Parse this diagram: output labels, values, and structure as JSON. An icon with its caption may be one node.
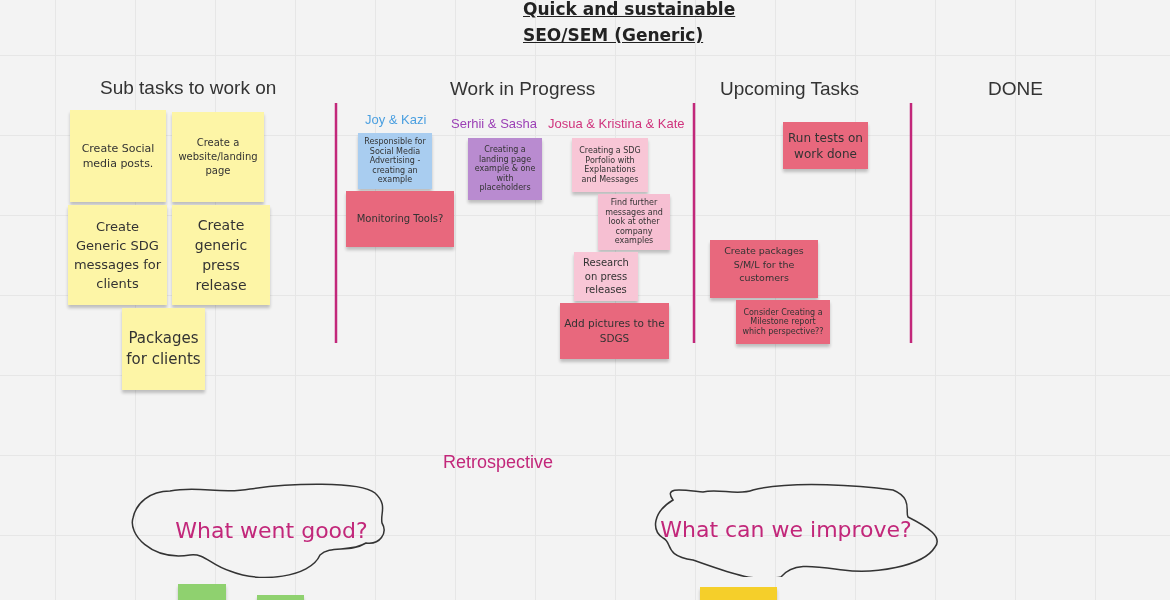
{
  "diagram": {
    "title": "Quick and sustainable SEO/SEM (Generic)",
    "nodes": [
      {
        "text": [
          "Create Social media posts."
        ]
      },
      {
        "text": [
          "Create a website/landing page"
        ]
      },
      {
        "text": [
          "Create Generic SDG messages for clients"
        ]
      },
      {
        "text": [
          "Create generic press release"
        ]
      },
      {
        "text": [
          "Packages for clients"
        ]
      },
      {
        "text": [
          "Responsible for Social Media Advertising - creating an example"
        ]
      },
      {
        "text": [
          "Monitoring Tools?"
        ]
      },
      {
        "text": [
          "Creating a landing page example & one with placeholders"
        ]
      },
      {
        "text": [
          "Creating a SDG Porfolio with Explanations and Messages"
        ]
      },
      {
        "text": [
          "Find further messages and look at other company examples"
        ]
      },
      {
        "text": [
          "Research on press releases"
        ]
      },
      {
        "text": [
          "Add pictures to the SDGS"
        ]
      },
      {
        "text": [
          "Run tests on work done"
        ]
      },
      {
        "text": [
          "Create packages S/M/L for the customers"
        ]
      },
      {
        "text": [
          "Consider Creating a Milestone report which perspective??"
        ]
      },
      {
        "text": [
          "What went good?"
        ]
      },
      {
        "text": [
          "What can we improve?"
        ]
      },
      {
        "text": [],
        "shape": "box"
      },
      {
        "text": [],
        "shape": "box"
      },
      {
        "text": [],
        "shape": "box"
      }
    ],
    "edges": [],
    "labels": [
      "Sub tasks to work on",
      "Work in Progress",
      "Upcoming Tasks",
      "DONE",
      "Joy & Kazi",
      "Serhii & Sasha",
      "Josua & Kristina & Kate",
      "Retrospective"
    ]
  }
}
